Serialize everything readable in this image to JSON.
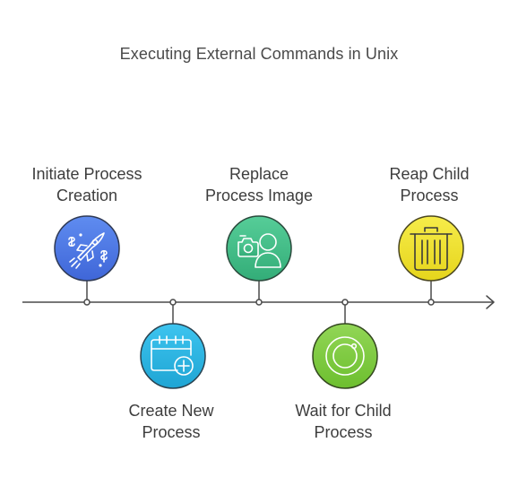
{
  "diagram": {
    "title": "Executing External Commands in Unix",
    "steps": [
      {
        "line1": "Initiate Process",
        "line2": "Creation",
        "icon": "rocket-icon",
        "color": "#4a78e8",
        "position": "above"
      },
      {
        "line1": "Create New",
        "line2": "Process",
        "icon": "calendar-add-icon",
        "color": "#26b3e0",
        "position": "below"
      },
      {
        "line1": "Replace",
        "line2": "Process Image",
        "icon": "camera-user-icon",
        "color": "#3fc08a",
        "position": "above"
      },
      {
        "line1": "Wait for Child",
        "line2": "Process",
        "icon": "record-icon",
        "color": "#7dcc3c",
        "position": "below"
      },
      {
        "line1": "Reap Child",
        "line2": "Process",
        "icon": "trash-icon",
        "color": "#efe22a",
        "position": "above"
      }
    ]
  }
}
